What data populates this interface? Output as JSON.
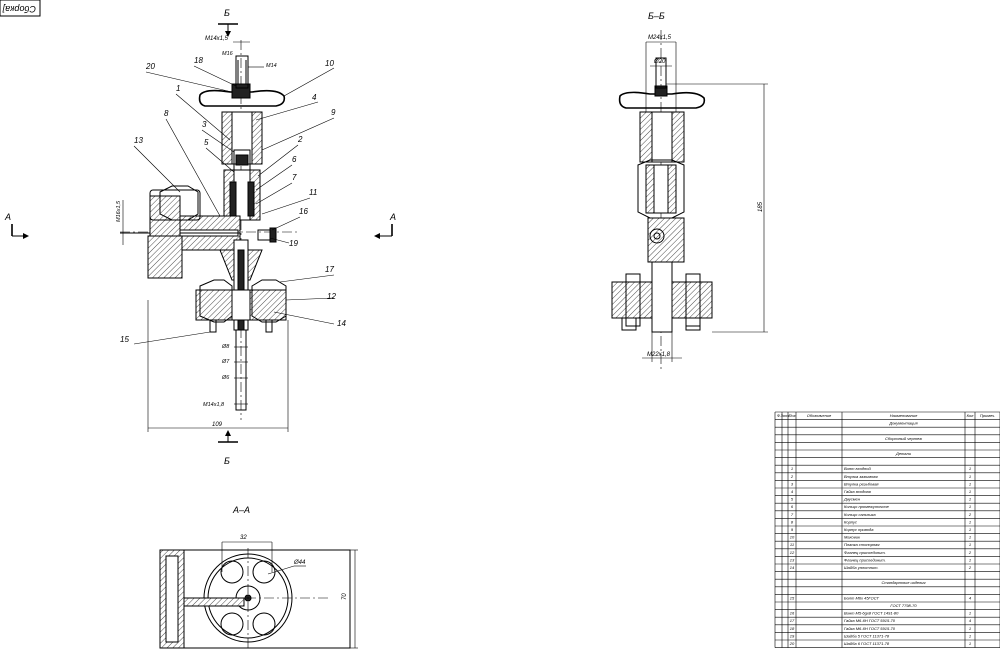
{
  "corner_stamp": "Сборка]",
  "section_marks": {
    "top_B": "Б",
    "bottom_B": "Б",
    "left_A": "А",
    "right_A": "А"
  },
  "view_titles": {
    "section_BB": "Б–Б",
    "section_AA": "А–А"
  },
  "main_view_dims": {
    "thread_top": "M14x1,5",
    "m16": "M16",
    "m14": "M14",
    "thread_side": "M16x1,5",
    "d8": "Ø8",
    "d7": "Ø7",
    "d6": "Ø6",
    "thread_bottom": "M14x1,8",
    "width": "109"
  },
  "bb_view_dims": {
    "thread_top": "M24x1,5",
    "d20": "Ø20",
    "height": "185",
    "thread_bottom": "M22x1,8"
  },
  "aa_view_dims": {
    "d32": "32",
    "d44": "Ø44",
    "h70": "70"
  },
  "callouts": [
    "20",
    "18",
    "10",
    "1",
    "4",
    "9",
    "3",
    "8",
    "2",
    "13",
    "5",
    "6",
    "7",
    "11",
    "16",
    "19",
    "17",
    "12",
    "14",
    "15"
  ],
  "spec_table": {
    "header": [
      "Ф",
      "Зона",
      "Поз",
      "Обозначение",
      "Наименование",
      "Кол",
      "Примеч."
    ],
    "rows": [
      {
        "pos": "",
        "name": "Документация",
        "qty": ""
      },
      {
        "pos": "",
        "name": "",
        "qty": ""
      },
      {
        "pos": "",
        "name": "Сборочный чертеж",
        "qty": ""
      },
      {
        "pos": "",
        "name": "",
        "qty": ""
      },
      {
        "pos": "",
        "name": "Детали",
        "qty": ""
      },
      {
        "pos": "",
        "name": "",
        "qty": ""
      },
      {
        "pos": "1",
        "name": "Винт входной",
        "qty": "1"
      },
      {
        "pos": "2",
        "name": "Втулка зажимная",
        "qty": "1"
      },
      {
        "pos": "3",
        "name": "Втулка резьбовая",
        "qty": "1"
      },
      {
        "pos": "4",
        "name": "Гайка входная",
        "qty": "1"
      },
      {
        "pos": "5",
        "name": "Двусмен",
        "qty": "1"
      },
      {
        "pos": "6",
        "name": "Кольцо промежуточное",
        "qty": "1"
      },
      {
        "pos": "7",
        "name": "Кольцо сальника",
        "qty": "2"
      },
      {
        "pos": "8",
        "name": "Корпус",
        "qty": "1"
      },
      {
        "pos": "9",
        "name": "Корпус привода",
        "qty": "1"
      },
      {
        "pos": "10",
        "name": "Маховик",
        "qty": "1"
      },
      {
        "pos": "11",
        "name": "Планка стопорная",
        "qty": "1"
      },
      {
        "pos": "12",
        "name": "Фланец присоединит.",
        "qty": "2"
      },
      {
        "pos": "13",
        "name": "Фланец присоединит.",
        "qty": "1"
      },
      {
        "pos": "14",
        "name": "Шайба уплотнит.",
        "qty": "2"
      },
      {
        "pos": "",
        "name": "",
        "qty": ""
      },
      {
        "pos": "",
        "name": "Стандартные изделия",
        "qty": ""
      },
      {
        "pos": "",
        "name": "",
        "qty": ""
      },
      {
        "pos": "15",
        "name": "Болт М6х 45ГОСТ",
        "qty": "4"
      },
      {
        "pos": "",
        "name": "ГОСТ 7798-70",
        "qty": ""
      },
      {
        "pos": "16",
        "name": "Винт М5-6gх8 ГОСТ 1491-80",
        "qty": "1"
      },
      {
        "pos": "17",
        "name": "Гайка М6-6Н ГОСТ 5915-70",
        "qty": "4"
      },
      {
        "pos": "18",
        "name": "Гайка М6-6Н ГОСТ 5915-70",
        "qty": "1"
      },
      {
        "pos": "19",
        "name": "Шайба 5 ГОСТ 11371-78",
        "qty": "1"
      },
      {
        "pos": "20",
        "name": "Шайба 6 ГОСТ 11371-78",
        "qty": "1"
      }
    ]
  }
}
